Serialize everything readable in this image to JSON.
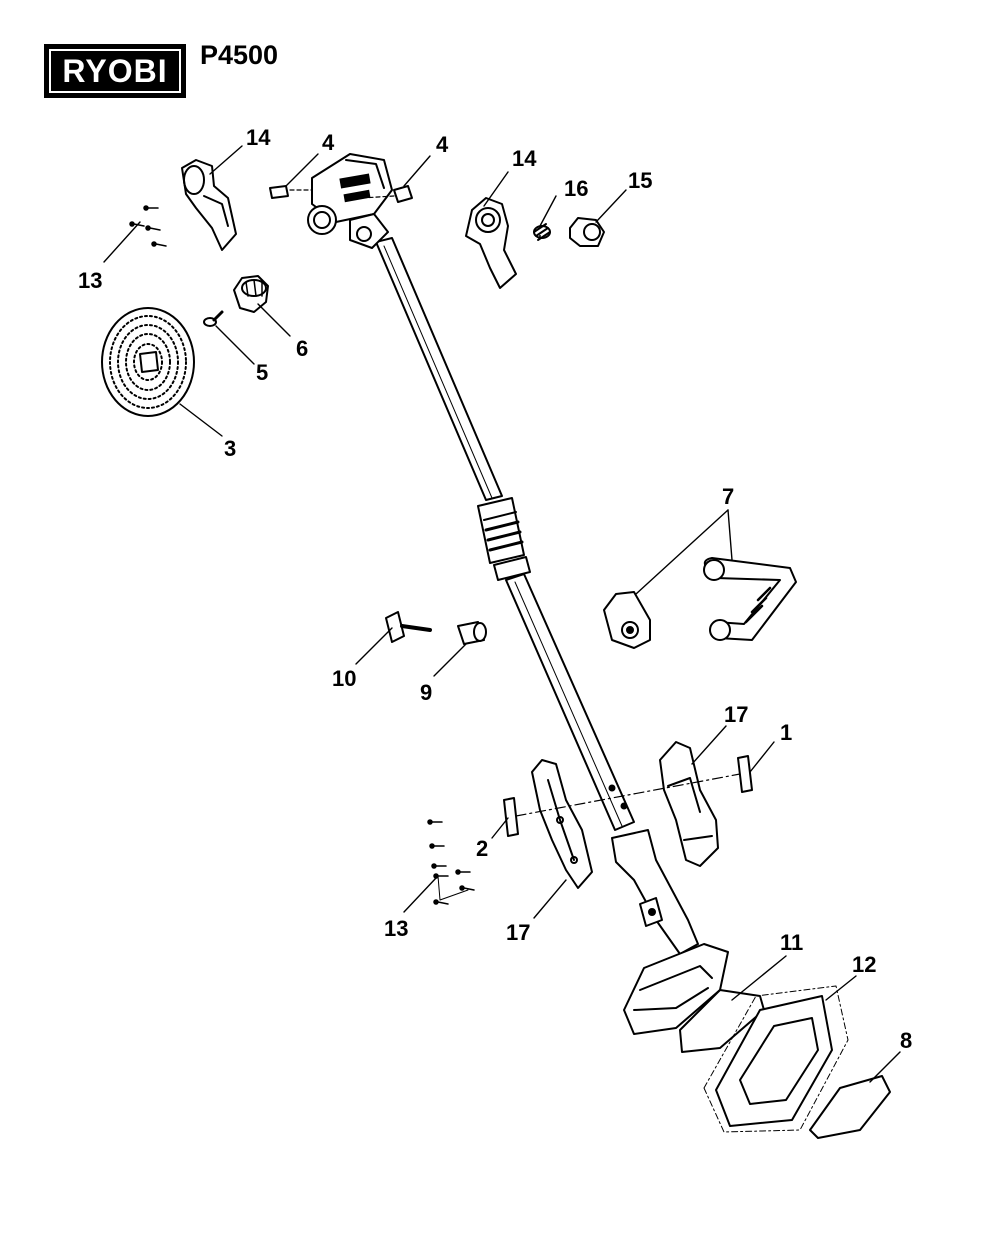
{
  "header": {
    "brand": "RYOBI",
    "model": "P4500"
  },
  "callouts": [
    "14",
    "4",
    "4",
    "14",
    "16",
    "15",
    "13",
    "6",
    "5",
    "3",
    "7",
    "10",
    "9",
    "17",
    "1",
    "2",
    "13",
    "17",
    "11",
    "12",
    "8"
  ]
}
